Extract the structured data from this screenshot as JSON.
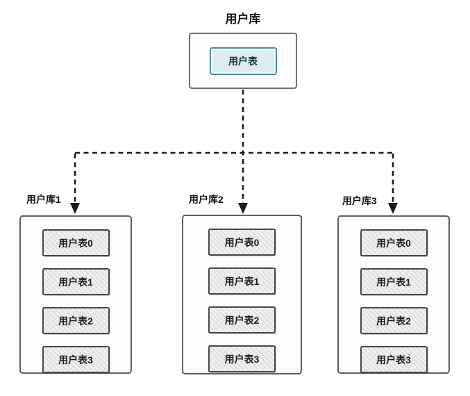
{
  "diagram": {
    "root": {
      "label": "用户库",
      "table_label": "用户表"
    },
    "shards": [
      {
        "label": "用户库1",
        "tables": [
          "用户表0",
          "用户表1",
          "用户表2",
          "用户表3"
        ]
      },
      {
        "label": "用户库2",
        "tables": [
          "用户表0",
          "用户表1",
          "用户表2",
          "用户表3"
        ]
      },
      {
        "label": "用户库3",
        "tables": [
          "用户表0",
          "用户表1",
          "用户表2",
          "用户表3"
        ]
      }
    ],
    "colors": {
      "background": "#ffffff",
      "connector": "#1a1a1a",
      "root_box_border": "#6e6e6e",
      "root_table_fill": "#dcecef",
      "root_table_border": "#4e8d91",
      "shard_box_border": "#5f5f5f",
      "table_fill": "#f1f2ef",
      "table_border": "#474747",
      "text": "#111111"
    }
  }
}
